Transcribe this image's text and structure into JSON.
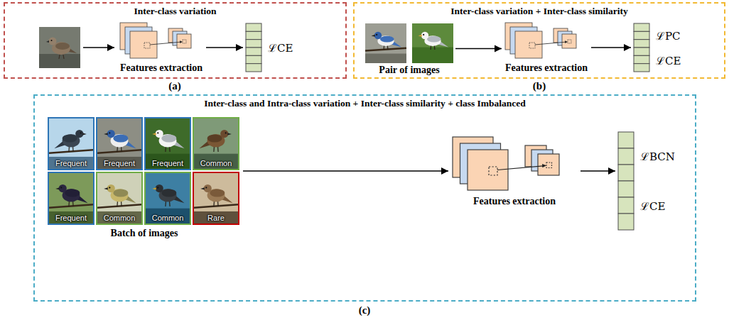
{
  "diagram": {
    "nodes": [
      {
        "text": [
          "Inter-class variation"
        ]
      },
      {
        "text": [
          "Features extraction"
        ],
        "in": 0
      },
      {
        "text": [
          "ℒCE"
        ],
        "in": 0
      },
      {
        "text": [
          "Inter-class variation + Inter-class similarity"
        ]
      },
      {
        "text": [
          "Pair of images"
        ],
        "in": 3
      },
      {
        "text": [
          "Features extraction"
        ],
        "in": 3
      },
      {
        "text": [
          "ℒPC",
          "ℒCE"
        ],
        "in": 3
      },
      {
        "text": [
          "Inter-class and Intra-class variation + Inter-class similarity + class Imbalanced"
        ]
      },
      {
        "text": [
          "Batch of images"
        ],
        "in": 7
      },
      {
        "text": [
          "Frequent"
        ],
        "in": 8
      },
      {
        "text": [
          "Frequent"
        ],
        "in": 8
      },
      {
        "text": [
          "Frequent"
        ],
        "in": 8
      },
      {
        "text": [
          "Common"
        ],
        "in": 8
      },
      {
        "text": [
          "Frequent"
        ],
        "in": 8
      },
      {
        "text": [
          "Common"
        ],
        "in": 8
      },
      {
        "text": [
          "Common"
        ],
        "in": 8
      },
      {
        "text": [
          "Rare"
        ],
        "in": 8
      },
      {
        "text": [
          "Features extraction"
        ],
        "in": 7
      },
      {
        "text": [
          "ℒBCN",
          "ℒCE"
        ],
        "in": 7
      }
    ],
    "edges": [
      {
        "from": 1,
        "to": 2,
        "arrow": "to"
      },
      {
        "from": 4,
        "to": 5,
        "arrow": "to"
      },
      {
        "from": 5,
        "to": 6,
        "arrow": "to"
      },
      {
        "from": 8,
        "to": 17,
        "arrow": "to"
      },
      {
        "from": 17,
        "to": 18,
        "arrow": "to"
      }
    ],
    "labels": [
      "(a)",
      "(b)",
      "(c)"
    ]
  }
}
